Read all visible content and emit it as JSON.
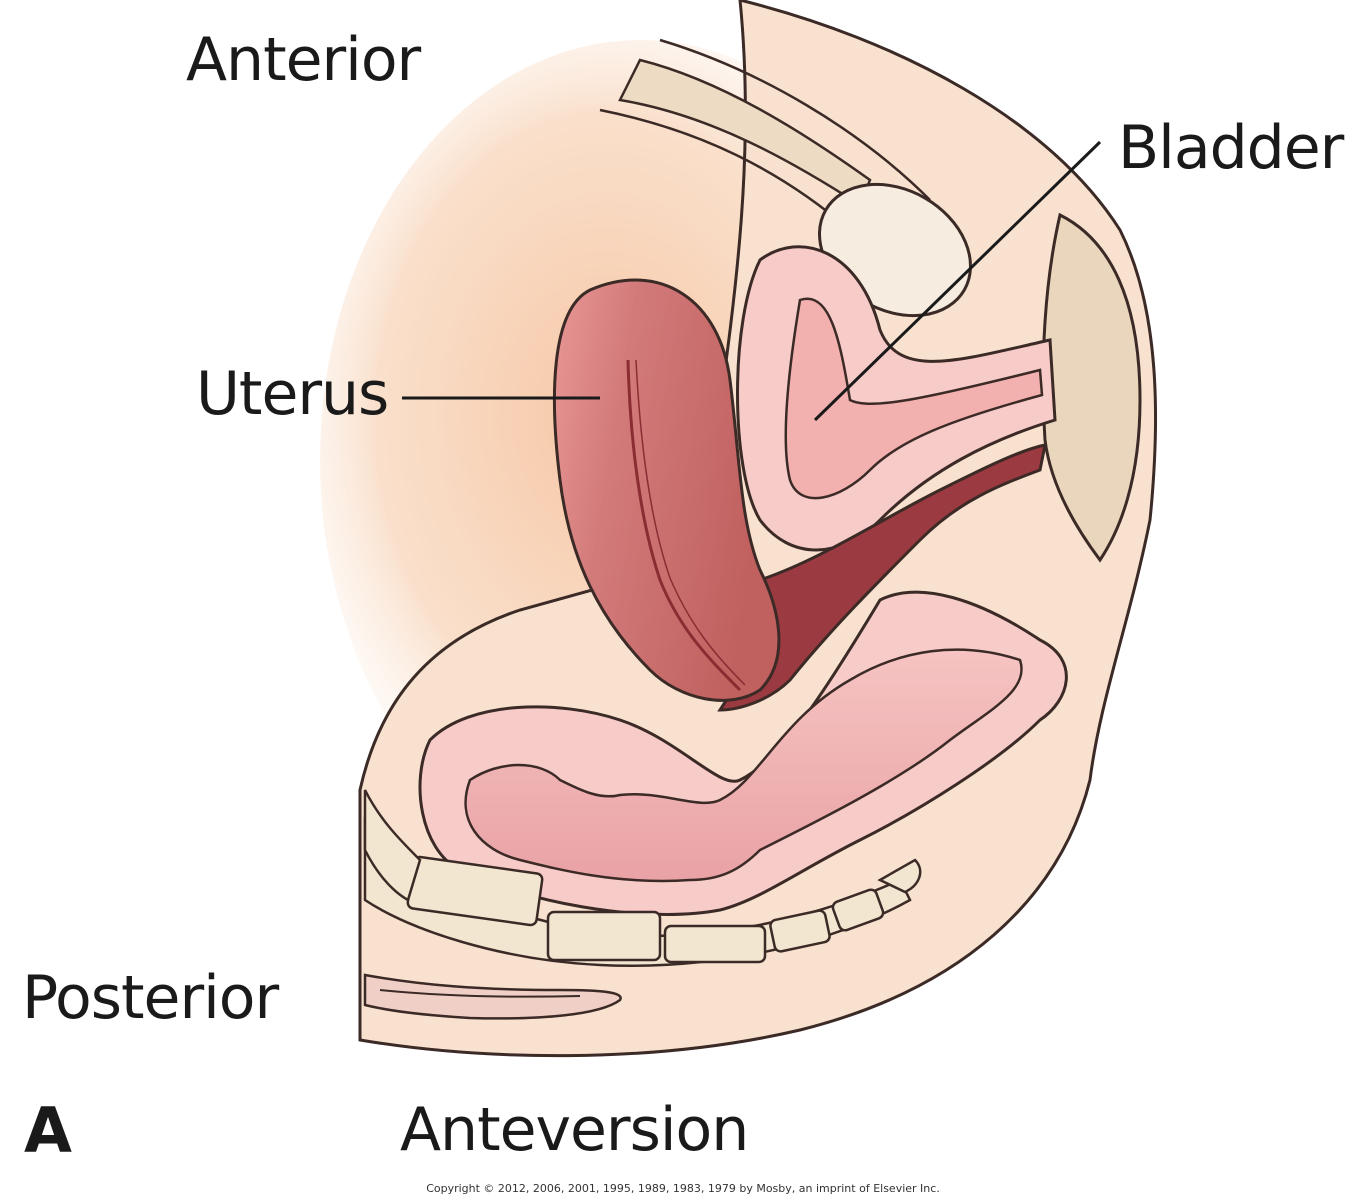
{
  "labels": {
    "anterior": "Anterior",
    "bladder": "Bladder",
    "uterus": "Uterus",
    "posterior": "Posterior",
    "panel": "A",
    "caption": "Anteversion"
  },
  "copyright": "Copyright © 2012, 2006, 2001, 1995, 1989, 1983, 1979 by Mosby, an imprint of Elsevier Inc.",
  "colors": {
    "background": "#ffffff",
    "pelvis_fill": "#f8e2cf",
    "peritoneal_glow": "#f6cfb0",
    "uterus": "#c96b6d",
    "uterus_highlight": "#e79a98",
    "bladder": "#f2b4b2",
    "bladder_wall": "#f6cbc8",
    "rectum": "#eba7a9",
    "cavity_dark": "#9b3a40",
    "pubic_bone": "#ead6bd",
    "vertebra": "#f2e6d0",
    "outline": "#3b2a26"
  }
}
